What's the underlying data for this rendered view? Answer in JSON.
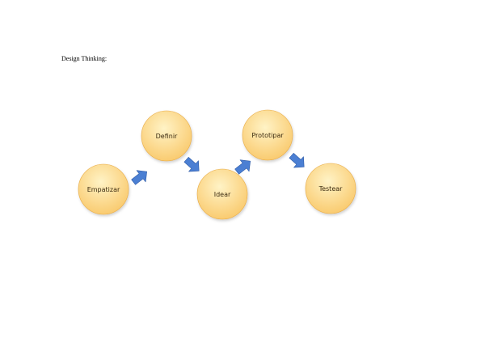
{
  "document": {
    "heading": "Design Thinking:"
  },
  "diagram": {
    "colors": {
      "circle_fill_light": "#fff3c6",
      "circle_fill_dark": "#f9c86a",
      "circle_stroke": "#e8a93f",
      "arrow_fill": "#4b7fd3",
      "arrow_stroke": "#2d5aa6"
    },
    "steps": [
      {
        "label": "Empatizar"
      },
      {
        "label": "Definir"
      },
      {
        "label": "Idear"
      },
      {
        "label": "Prototipar"
      },
      {
        "label": "Testear"
      }
    ],
    "connector_icon": "block-arrow-icon"
  }
}
